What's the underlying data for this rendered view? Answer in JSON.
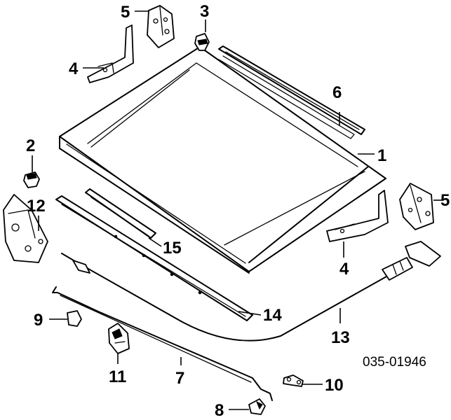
{
  "callouts": {
    "c1": "1",
    "c2": "2",
    "c3": "3",
    "c4_left": "4",
    "c4_right": "4",
    "c5_left": "5",
    "c5_right": "5",
    "c6": "6",
    "c7": "7",
    "c8": "8",
    "c9": "9",
    "c10": "10",
    "c11": "11",
    "c12": "12",
    "c13": "13",
    "c14": "14",
    "c15": "15"
  },
  "diagram_code": "035-01946"
}
